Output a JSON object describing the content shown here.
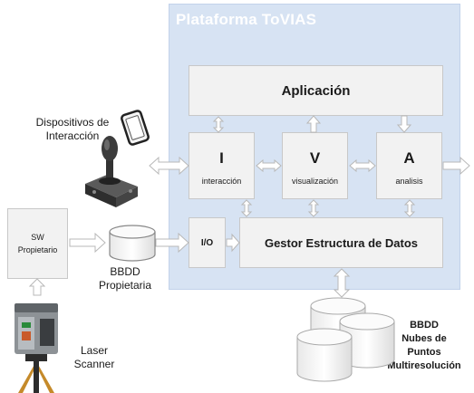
{
  "platform": {
    "title": "Plataforma ToVIAS"
  },
  "modules": {
    "aplicacion": "Aplicación",
    "i": {
      "letter": "I",
      "label": "interacción"
    },
    "v": {
      "letter": "V",
      "label": "visualización"
    },
    "a": {
      "letter": "A",
      "label": "analisis"
    },
    "io": "I/O",
    "gestor": "Gestor Estructura de Datos"
  },
  "external": {
    "dispositivos": [
      "Dispositivos de",
      "Interacción"
    ],
    "sw": [
      "SW",
      "Propietario"
    ],
    "bbdd_prop": [
      "BBDD",
      "Propietaria"
    ],
    "laser": [
      "Laser",
      "Scanner"
    ],
    "bbdd_nubes": [
      "BBDD",
      "Nubes de",
      "Puntos",
      "Multiresolución"
    ]
  },
  "colors": {
    "platform_bg": "#d7e3f3",
    "box_bg": "#f2f2f2",
    "arrow": "#ffffff"
  }
}
